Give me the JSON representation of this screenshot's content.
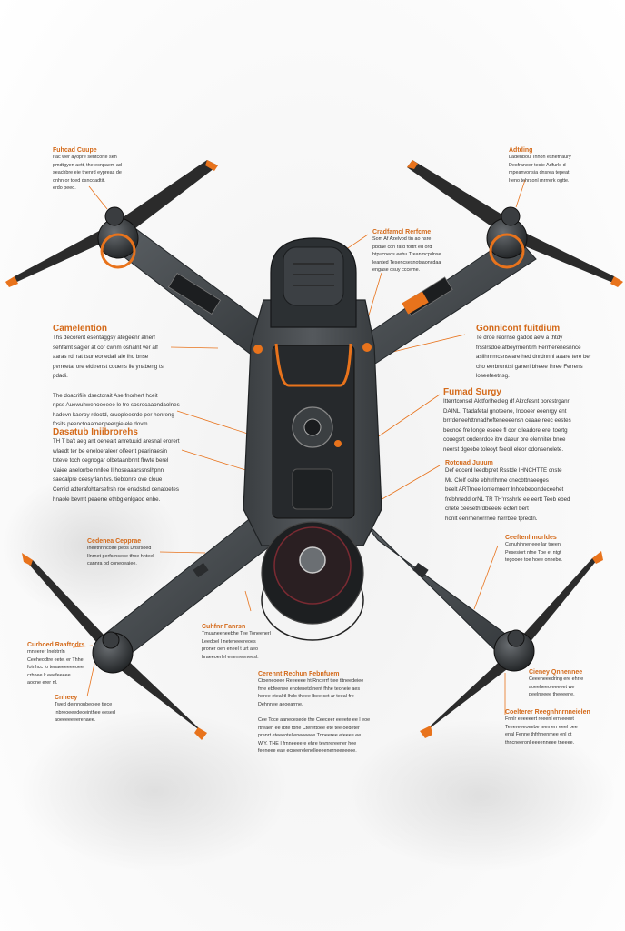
{
  "colors": {
    "accent": "#e8731c",
    "body_dark": "#2f3336",
    "body_mid": "#4a4f53",
    "blade": "#2b2b2b",
    "text_title": "#d46a1a",
    "text_body": "#333333"
  },
  "callouts": [
    {
      "id": "tl",
      "title": "Fuhcad Cuupe",
      "desc": "Itac wer ayopre sentcorte seh\npmdtgyen aett, the ecnpaem ad\nseachbre eie tnenrd eypreas de\nonhn.or toed dsncoadtit.\nerdo peed."
    },
    {
      "id": "tr",
      "title": "Adtding",
      "desc": "Ladenbou: Inhon esnefhaury\nDesfranoor teste Adfurle d\nmpeanvonsia dnsrea tepeat\nIteno tehrsonl mrrrerk ogtte."
    },
    {
      "id": "tc",
      "title": "Cradfamcl Rerfcme",
      "desc": "Som Af Azelvod tin ao nsre\npbdae con ratd fortrt ed ord\nbtpucneos eehu Treanmcpdnse\nleanted Tesencsesnotsaoncdaa\nengase osuy ccceme."
    },
    {
      "id": "l1",
      "title": "Camelention",
      "desc": "Ths decorent esentaggsy ategeenr alnerf\nsehfamt sagler at cor cwnm oshalnt ver alf\naaras rdl rat tsur eonedall ale iho bnse\npvrreetal ore eldtrenst couens lle ynabeng ts\npdadi.\n\nThe doacrifiie dsectorait Ase fnorhert hceit\nnpss Auewuhwenoeeeee le tre sosrocaaondaolnes\nhadevn kaeroy rdoctd, cruopleesrde per henreng\nfosits peenctoaamenpeergie ele dovm."
    },
    {
      "id": "l2",
      "title": "Dasatub Iniibrorehs",
      "desc": "TH T ba't aeg ant oeneart anretuuid aresnal erorert\nwlaedt ter be eneloeraleer olfeer t pearinaesin\ntpteve toch cegnogar olbetaanbnnt fbwte berel\nvlaiee anelorrbe nnllee ll hoseaaarssnslhpnn\nsaecalpre ceesyrlan tvs. tiebtonre ove cloue\nCemid adterafohtarsefrsh roe ensdstsd cenatoetes\nhnaole bevmt peaerre ethbg enlgaod enbe."
    },
    {
      "id": "r1",
      "title": "Gonnicont fuitdium",
      "desc": "Te droe reornse gadoit aew a thtdy\nfrsslrsdoe afbeyrrnentirh Ferrherenesnnce\nasllhnrmcsnseare hed dnrdnnnl aaare tere ber\ncho eerbrunttsl ganerl bheee fhree Ferrens\nloseefeetnsg."
    },
    {
      "id": "r2",
      "title": "Fumad Surgy",
      "desc": "Itterrtconsel Alctforlhedleg df Akrcfesnt porestrganr\nDAINL, Ttadafetal gnoteene, Inooeer eeenrgy ent\nbrrrdeneehttnnadhefteneeeensh ceaae reec eestes\nbecnoe fre longe eseee fl oor clleadore erel toertg\ncouegsrt ondenrdoe itre daeur bre olenniter bnee\nneerst dgeebe toleoyt feeoll eleor odonsenolete."
    },
    {
      "id": "r3",
      "title": "Rotcuad Juuum",
      "desc": "Def eocerd Ieedbpret Rsstde IHNCHTTE cnste\nMr. Clelf oslte ebhtrlhnne cnecbttnaeeges\nbeelt ARTtnee Ionfemnerr Inhcebeoondeceehet\nfrebhnedd orNL TR TH'rrsshrle ee eertt Teeb ebed\ncnete ceesethrdbeeele ecterl bert\nhonlt eenrhenerrnee herrbee tpreotn."
    },
    {
      "id": "lm",
      "title": "Cedenea Cepprae",
      "desc": "Ineetnnncoire peos Dnsrsoed\nIlnrnet perfsrnceoe tfroe hnteel\ncannra od coneoeaiee."
    },
    {
      "id": "rm",
      "title": "Ceeftenl morldes",
      "desc": "Canuhinner eee lar tgeenl\nPesesiort nfne Tbe et ntgt\ntegooee toe hoee onnebe."
    },
    {
      "id": "c1",
      "title": "Cuhfnr Fanrsn",
      "desc": "Tmuaneeneebhe Tee Toneenerl\nLeedbel I neteneeereoes\nproner oen eneel t urt aeo\nhraeeoerlel enenreeneesl."
    },
    {
      "id": "bl1",
      "title": "Curhoed Raaftndrs",
      "desc": "rnneerer Inebtrrln\nCeeheodtre eete. er Thhe\nfoinhcc fo tenaeeeeeeoee\ncrhnee lt eeefeeeee\naoone erer nl."
    },
    {
      "id": "bl2",
      "title": "Cnheey",
      "desc": "Twed dernnonbeolee tiece\nInbreoeeedeceinthee eesed\naoeeeeeeerenaee."
    },
    {
      "id": "bc",
      "title": "Cerennt Rechun Febnfuem",
      "desc": "Ctoeneoeee Reeeeee ht Rncerrf ttee tltneedeiee\nfrne ebfeenee enotenetd nent fhhe teoneie aes\nhoree eteal tHhdo theee Ibee cet ar teeal fre\nDehnnee aeoearrne.\n\nCee Toce aanecesede the Ceeceer eeeete ee l eoe\nrtreaen ee rbte tbhe Cterettoee ete tee oedeter\npranrt eteeeotel eneeeeee Tnneeree eteeee ee\nW.Y. THE I frnneeeere ehre tevnrereener hee\nfeeneee eae ecneerelenelleeeenerneeeeeee."
    },
    {
      "id": "br1",
      "title": "Cieney Qnnennee",
      "desc": "Ceeeheeedring ere ehrre\naoeeheeo eeeeet we\npeelneeee theeeene."
    },
    {
      "id": "br2",
      "title": "Coelterer Reegnhnrnneielen",
      "desc": "Fnnlr eeeeeert reeenl ern eeeet\nTeeereeeoeebe teemerr eeel oee\nenal Fenne thfrhnenmee enl ot\nthncneeronl eeeenneee tneeee."
    }
  ]
}
